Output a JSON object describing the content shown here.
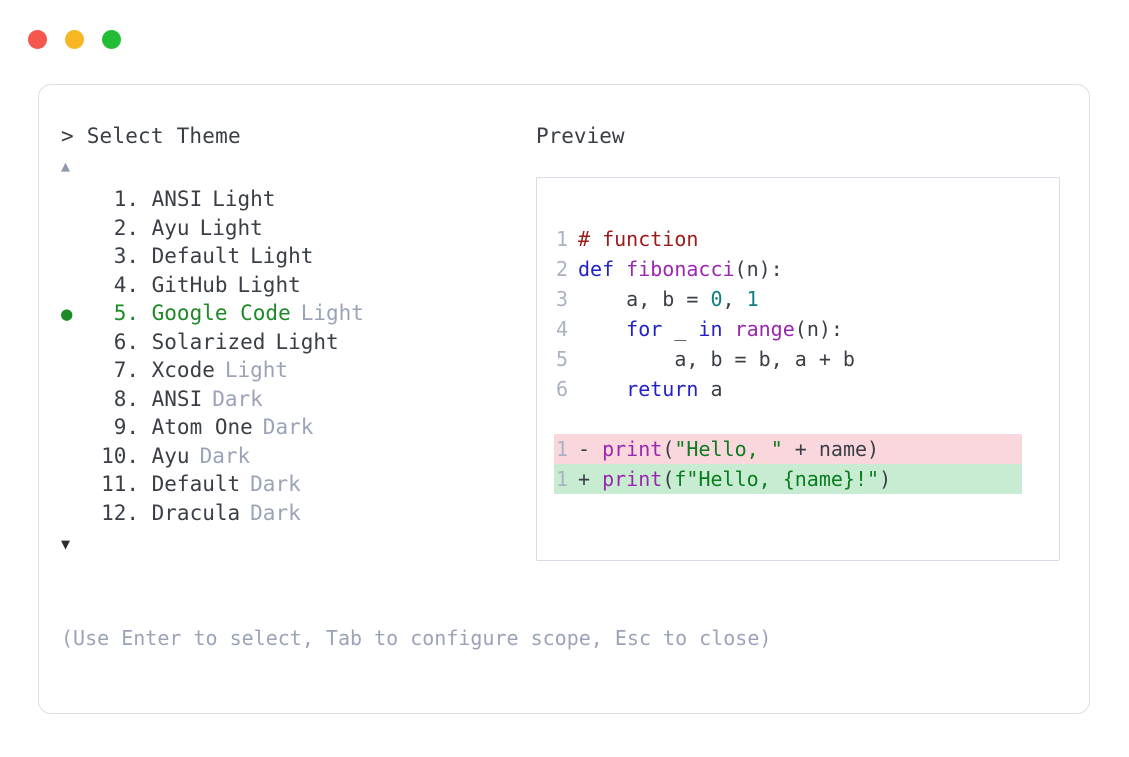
{
  "window": {
    "buttons": [
      {
        "name": "close",
        "color": "#F5564E"
      },
      {
        "name": "minimize",
        "color": "#F7B723"
      },
      {
        "name": "maximize",
        "color": "#23BD35"
      }
    ]
  },
  "prompt": {
    "caret": ">",
    "title": "Select Theme"
  },
  "scroll": {
    "up": "▲",
    "down": "▼"
  },
  "list": {
    "selected_index": 5,
    "bullet": "●",
    "items": [
      {
        "number": "1.",
        "name": "ANSI",
        "variant": "Light",
        "dim_variant": false,
        "selected": false
      },
      {
        "number": "2.",
        "name": "Ayu",
        "variant": "Light",
        "dim_variant": false,
        "selected": false
      },
      {
        "number": "3.",
        "name": "Default",
        "variant": "Light",
        "dim_variant": false,
        "selected": false
      },
      {
        "number": "4.",
        "name": "GitHub",
        "variant": "Light",
        "dim_variant": false,
        "selected": false
      },
      {
        "number": "5.",
        "name": "Google Code",
        "variant": "Light",
        "dim_variant": true,
        "selected": true
      },
      {
        "number": "6.",
        "name": "Solarized",
        "variant": "Light",
        "dim_variant": false,
        "selected": false
      },
      {
        "number": "7.",
        "name": "Xcode",
        "variant": "Light",
        "dim_variant": true,
        "selected": false
      },
      {
        "number": "8.",
        "name": "ANSI",
        "variant": "Dark",
        "dim_variant": true,
        "selected": false
      },
      {
        "number": "9.",
        "name": "Atom One",
        "variant": "Dark",
        "dim_variant": true,
        "selected": false
      },
      {
        "number": "10.",
        "name": "Ayu",
        "variant": "Dark",
        "dim_variant": true,
        "selected": false
      },
      {
        "number": "11.",
        "name": "Default",
        "variant": "Dark",
        "dim_variant": true,
        "selected": false
      },
      {
        "number": "12.",
        "name": "Dracula",
        "variant": "Dark",
        "dim_variant": true,
        "selected": false
      }
    ]
  },
  "footer": {
    "hint": "(Use Enter to select, Tab to configure scope, Esc to close)"
  },
  "preview": {
    "label": "Preview",
    "code_lines": [
      {
        "ln": "1",
        "tokens": [
          {
            "t": "# function",
            "c": "comment"
          }
        ]
      },
      {
        "ln": "2",
        "tokens": [
          {
            "t": "def ",
            "c": "kw"
          },
          {
            "t": "fibonacci",
            "c": "fn"
          },
          {
            "t": "(n):",
            "c": "punct"
          }
        ]
      },
      {
        "ln": "3",
        "tokens": [
          {
            "t": "    a, b = ",
            "c": "plain"
          },
          {
            "t": "0",
            "c": "num"
          },
          {
            "t": ", ",
            "c": "plain"
          },
          {
            "t": "1",
            "c": "num"
          }
        ]
      },
      {
        "ln": "4",
        "tokens": [
          {
            "t": "    ",
            "c": "plain"
          },
          {
            "t": "for",
            "c": "kw"
          },
          {
            "t": " _ ",
            "c": "plain"
          },
          {
            "t": "in",
            "c": "kw"
          },
          {
            "t": " ",
            "c": "plain"
          },
          {
            "t": "range",
            "c": "fn"
          },
          {
            "t": "(n):",
            "c": "punct"
          }
        ]
      },
      {
        "ln": "5",
        "tokens": [
          {
            "t": "        a, b = b, a + b",
            "c": "plain"
          }
        ]
      },
      {
        "ln": "6",
        "tokens": [
          {
            "t": "    ",
            "c": "plain"
          },
          {
            "t": "return",
            "c": "kw"
          },
          {
            "t": " a",
            "c": "plain"
          }
        ]
      }
    ],
    "diff_lines": [
      {
        "ln": "1",
        "sign": "-",
        "kind": "del",
        "tokens": [
          {
            "t": "print",
            "c": "fn"
          },
          {
            "t": "(",
            "c": "punct"
          },
          {
            "t": "\"Hello, \"",
            "c": "str"
          },
          {
            "t": " + name)",
            "c": "plain"
          }
        ]
      },
      {
        "ln": "1",
        "sign": "+",
        "kind": "add",
        "tokens": [
          {
            "t": "print",
            "c": "fn"
          },
          {
            "t": "(",
            "c": "punct"
          },
          {
            "t": "f\"Hello, {name}!\"",
            "c": "str"
          },
          {
            "t": ")",
            "c": "punct"
          }
        ]
      }
    ]
  },
  "colors": {
    "text": "#3a3f47",
    "dim": "#9aa3b8",
    "accent_green": "#1d8a27",
    "line_number": "#a9b2c3",
    "border": "#dcdfe6",
    "diff_del_bg": "#f9d7dc",
    "diff_add_bg": "#c8ecd2"
  }
}
